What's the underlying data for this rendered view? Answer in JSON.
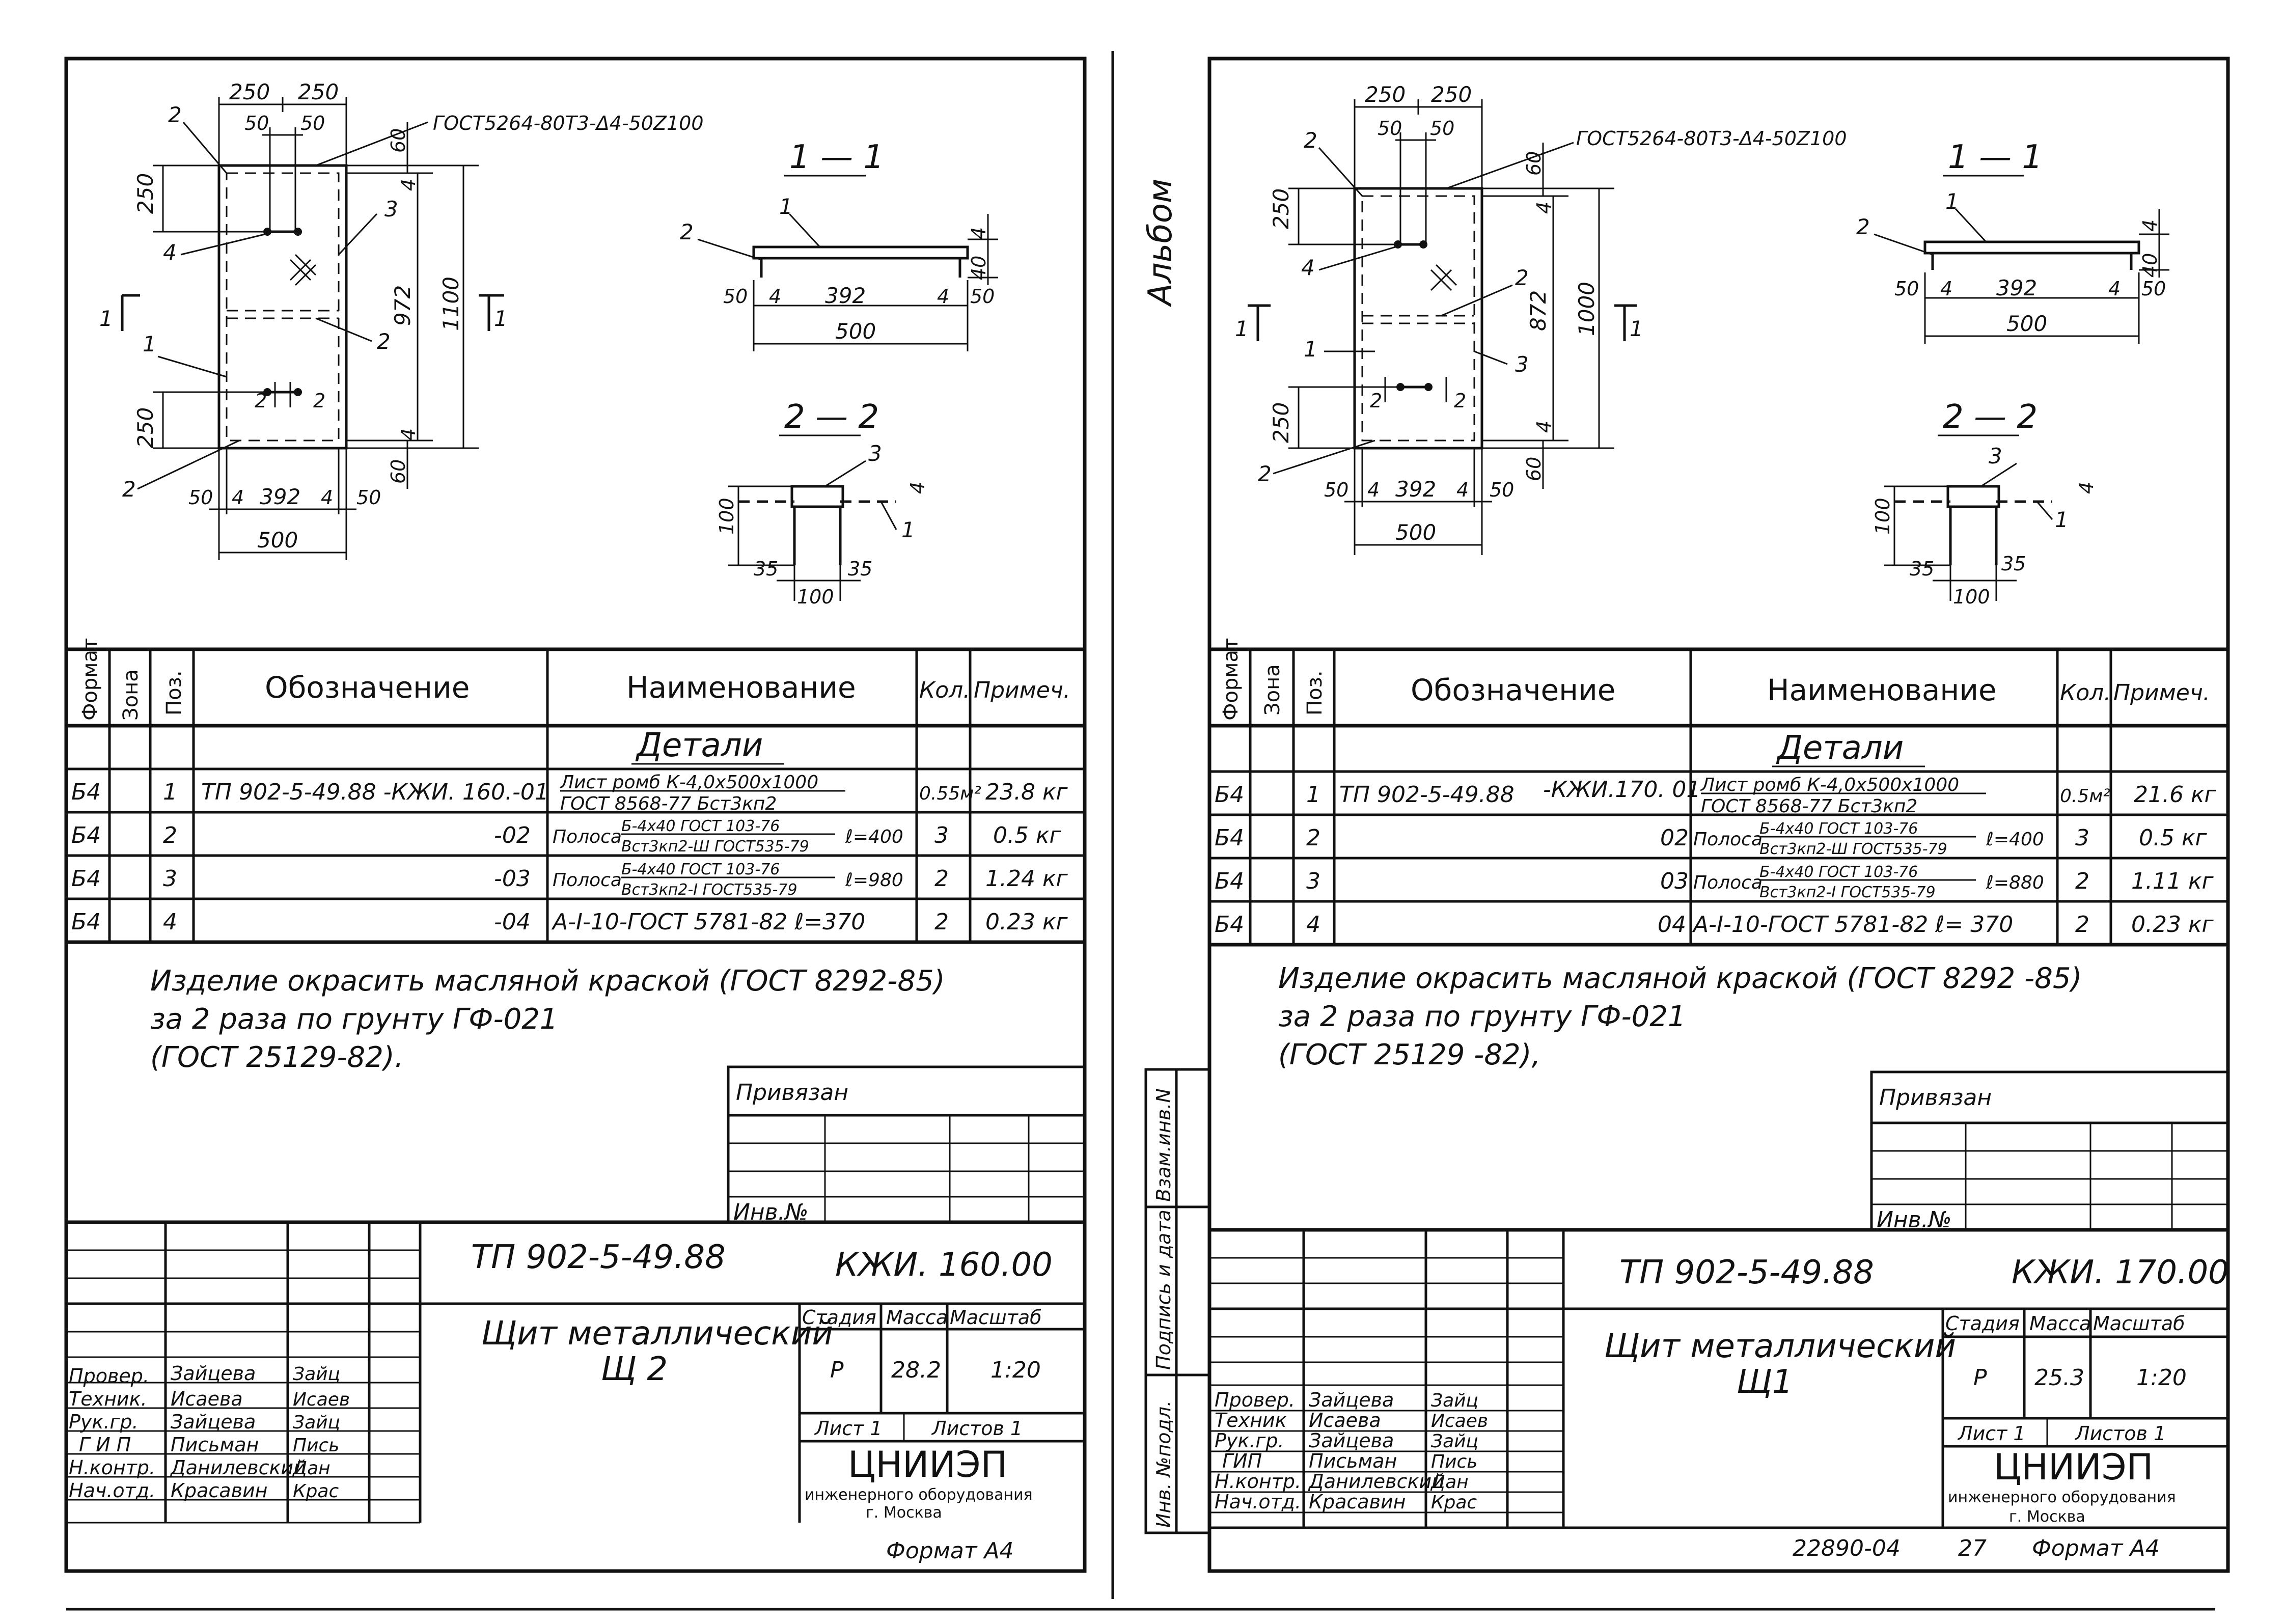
{
  "sheets": [
    {
      "id": "left",
      "drawing": {
        "gost_label": "ГОСТ5264-80Т3-Δ4-50Z100",
        "section_1": "1 — 1",
        "section_2": "2 — 2",
        "dims": {
          "top_w1": "250",
          "top_w2": "250",
          "top_50a": "50",
          "top_50b": "50",
          "left_250a": "250",
          "left_250b": "250",
          "h_972": "972",
          "h_1100": "1100",
          "right_60a": "60",
          "right_60b": "60",
          "right_4a": "4",
          "right_4b": "4",
          "bot_50a": "50",
          "bot_4a": "4",
          "bot_392": "392",
          "bot_4b": "4",
          "bot_50b": "50",
          "bot_500": "500",
          "s1_50a": "50",
          "s1_4a": "4",
          "s1_392": "392",
          "s1_4b": "4",
          "s1_50b": "50",
          "s1_500": "500",
          "s1_4": "4",
          "s1_40": "40",
          "s2_100": "100",
          "s2_35a": "35",
          "s2_35b": "35",
          "s2_100b": "100",
          "s2_4": "4"
        },
        "callouts": {
          "c2a": "2",
          "c4": "4",
          "c3": "3",
          "c1": "1",
          "c2b": "2",
          "c2c": "2",
          "c2d": "2",
          "cut1a": "1",
          "cut1b": "1",
          "cut2a": "2",
          "cut2b": "2",
          "s1_1": "1",
          "s1_2": "2",
          "s2_3": "3",
          "s2_1": "1"
        }
      },
      "table": {
        "headers": {
          "format": "Формат",
          "zone": "Зона",
          "pos": "Поз.",
          "designation": "Обозначение",
          "name": "Наименование",
          "qty": "Кол.",
          "note": "Примеч."
        },
        "section": "Детали",
        "rows": [
          {
            "format": "Б4",
            "pos": "1",
            "designation": "ТП 902-5-49.88 -КЖИ. 160.-01",
            "name_top": "Лист ромб К-4,0х500х1000",
            "name_bottom": "ГОСТ 8568-77 Бст3кп2",
            "qty": "0.55м²",
            "note": "23.8 кг"
          },
          {
            "format": "Б4",
            "pos": "2",
            "designation": "-02",
            "name_prefix": "Полоса",
            "name_top": "Б-4х40 ГОСТ 103-76",
            "name_bottom": "Вст3кп2-Ш ГОСТ535-79",
            "name_len": "ℓ=400",
            "qty": "3",
            "note": "0.5 кг"
          },
          {
            "format": "Б4",
            "pos": "3",
            "designation": "-03",
            "name_prefix": "Полоса",
            "name_top": "Б-4х40 ГОСТ 103-76",
            "name_bottom": "Вст3кп2-I ГОСТ535-79",
            "name_len": "ℓ=980",
            "qty": "2",
            "note": "1.24 кг"
          },
          {
            "format": "Б4",
            "pos": "4",
            "designation": "-04",
            "name_single": "А-I-10-ГОСТ 5781-82  ℓ=370",
            "qty": "2",
            "note": "0.23 кг"
          }
        ]
      },
      "notes": [
        "Изделие окрасить масляной краской (ГОСТ 8292-85)",
        "за 2 раза по грунту ГФ-021",
        "(ГОСТ 25129-82)."
      ],
      "privyazan": "Привязан",
      "inv_no": "Инв.№",
      "title_block": {
        "project": "ТП 902-5-49.88",
        "code": "КЖИ. 160.00",
        "title_line1": "Щит металлический",
        "title_line2": "Щ 2",
        "stage_label": "Стадия",
        "mass_label": "Масса",
        "scale_label": "Масштаб",
        "stage": "Р",
        "mass": "28.2",
        "scale": "1:20",
        "sheet_label": "Лист 1",
        "sheets_label": "Листов 1",
        "org": "ЦНИИЭП",
        "org_sub": "инженерного оборудования",
        "city": "г. Москва",
        "signers": [
          {
            "role": "Провер.",
            "name": "Зайцева",
            "sig": "Зайц"
          },
          {
            "role": "Техник.",
            "name": "Исаева",
            "sig": "Исаев"
          },
          {
            "role": "Рук.гр.",
            "name": "Зайцева",
            "sig": "Зайц"
          },
          {
            "role": "Г И П",
            "name": "Письман",
            "sig": "Пись"
          },
          {
            "role": "Н.контр.",
            "name": "Данилевский",
            "sig": "Дан"
          },
          {
            "role": "Нач.отд.",
            "name": "Красавин",
            "sig": "Крас"
          }
        ]
      },
      "format_label": "Формат А4"
    },
    {
      "id": "right",
      "album_label": "Альбом",
      "side_stamp": [
        "Инв. №подл.",
        "Подпись и дата",
        "Взам.инв.N"
      ],
      "drawing": {
        "gost_label": "ГОСТ5264-80Т3-Δ4-50Z100",
        "section_1": "1 — 1",
        "section_2": "2 — 2",
        "dims": {
          "top_w1": "250",
          "top_w2": "250",
          "top_50a": "50",
          "top_50b": "50",
          "left_250a": "250",
          "left_250b": "250",
          "h_872": "872",
          "h_1000": "1000",
          "right_60a": "60",
          "right_60b": "60",
          "right_4a": "4",
          "right_4b": "4",
          "bot_50a": "50",
          "bot_4a": "4",
          "bot_392": "392",
          "bot_4b": "4",
          "bot_50b": "50",
          "bot_500": "500",
          "s1_50a": "50",
          "s1_4a": "4",
          "s1_392": "392",
          "s1_4b": "4",
          "s1_50b": "50",
          "s1_500": "500",
          "s1_4": "4",
          "s1_40": "40",
          "s2_100": "100",
          "s2_35a": "35",
          "s2_35b": "35",
          "s2_100b": "100",
          "s2_4": "4"
        },
        "callouts": {
          "c2a": "2",
          "c4": "4",
          "c2b": "2",
          "c1": "1",
          "c3": "3",
          "c2c": "2",
          "cut1a": "1",
          "cut1b": "1",
          "cut2a": "2",
          "cut2b": "2",
          "s1_1": "1",
          "s1_2": "2",
          "s2_3": "3",
          "s2_1": "1"
        }
      },
      "table": {
        "headers": {
          "format": "Формат",
          "zone": "Зона",
          "pos": "Поз.",
          "designation": "Обозначение",
          "name": "Наименование",
          "qty": "Кол.",
          "note": "Примеч."
        },
        "section": "Детали",
        "rows": [
          {
            "format": "Б4",
            "pos": "1",
            "designation": "ТП 902-5-49.88",
            "designation_suffix": "-КЖИ.170. 01",
            "name_top": "Лист ромб К-4,0х500х1000",
            "name_bottom": "ГОСТ 8568-77 Бст3кп2",
            "qty": "0.5м²",
            "note": "21.6 кг"
          },
          {
            "format": "Б4",
            "pos": "2",
            "designation": "02",
            "name_prefix": "Полоса",
            "name_top": "Б-4х40 ГОСТ 103-76",
            "name_bottom": "Вст3кп2-Ш ГОСТ535-79",
            "name_len": "ℓ=400",
            "qty": "3",
            "note": "0.5 кг"
          },
          {
            "format": "Б4",
            "pos": "3",
            "designation": "03",
            "name_prefix": "Полоса",
            "name_top": "Б-4х40 ГОСТ 103-76",
            "name_bottom": "Вст3кп2-I ГОСТ535-79",
            "name_len": "ℓ=880",
            "qty": "2",
            "note": "1.11 кг"
          },
          {
            "format": "Б4",
            "pos": "4",
            "designation": "04",
            "name_single": "А-I-10-ГОСТ 5781-82    ℓ= 370",
            "qty": "2",
            "note": "0.23 кг"
          }
        ]
      },
      "notes": [
        "Изделие окрасить масляной краской (ГОСТ 8292 -85)",
        "за 2 раза по грунту ГФ-021",
        "(ГОСТ 25129 -82),"
      ],
      "privyazan": "Привязан",
      "inv_no": "Инв.№",
      "title_block": {
        "project": "ТП 902-5-49.88",
        "code": "КЖИ. 170.00",
        "title_line1": "Щит металлический",
        "title_line2": "Щ1",
        "stage_label": "Стадия",
        "mass_label": "Масса",
        "scale_label": "Масштаб",
        "stage": "Р",
        "mass": "25.3",
        "scale": "1:20",
        "sheet_label": "Лист 1",
        "sheets_label": "Листов 1",
        "org": "ЦНИИЭП",
        "org_sub": "инженерного оборудования",
        "city": "г. Москва",
        "signers": [
          {
            "role": "Провер.",
            "name": "Зайцева",
            "sig": "Зайц"
          },
          {
            "role": "Техник",
            "name": "Исаева",
            "sig": "Исаев"
          },
          {
            "role": "Рук.гр.",
            "name": "Зайцева",
            "sig": "Зайц"
          },
          {
            "role": "ГИП",
            "name": "Письман",
            "sig": "Пись"
          },
          {
            "role": "Н.контр.",
            "name": "Данилевский",
            "sig": "Дан"
          },
          {
            "role": "Нач.отд.",
            "name": "Красавин",
            "sig": "Крас"
          }
        ]
      },
      "album_number": "22890-04",
      "page_number": "27",
      "format_label": "Формат А4"
    }
  ]
}
